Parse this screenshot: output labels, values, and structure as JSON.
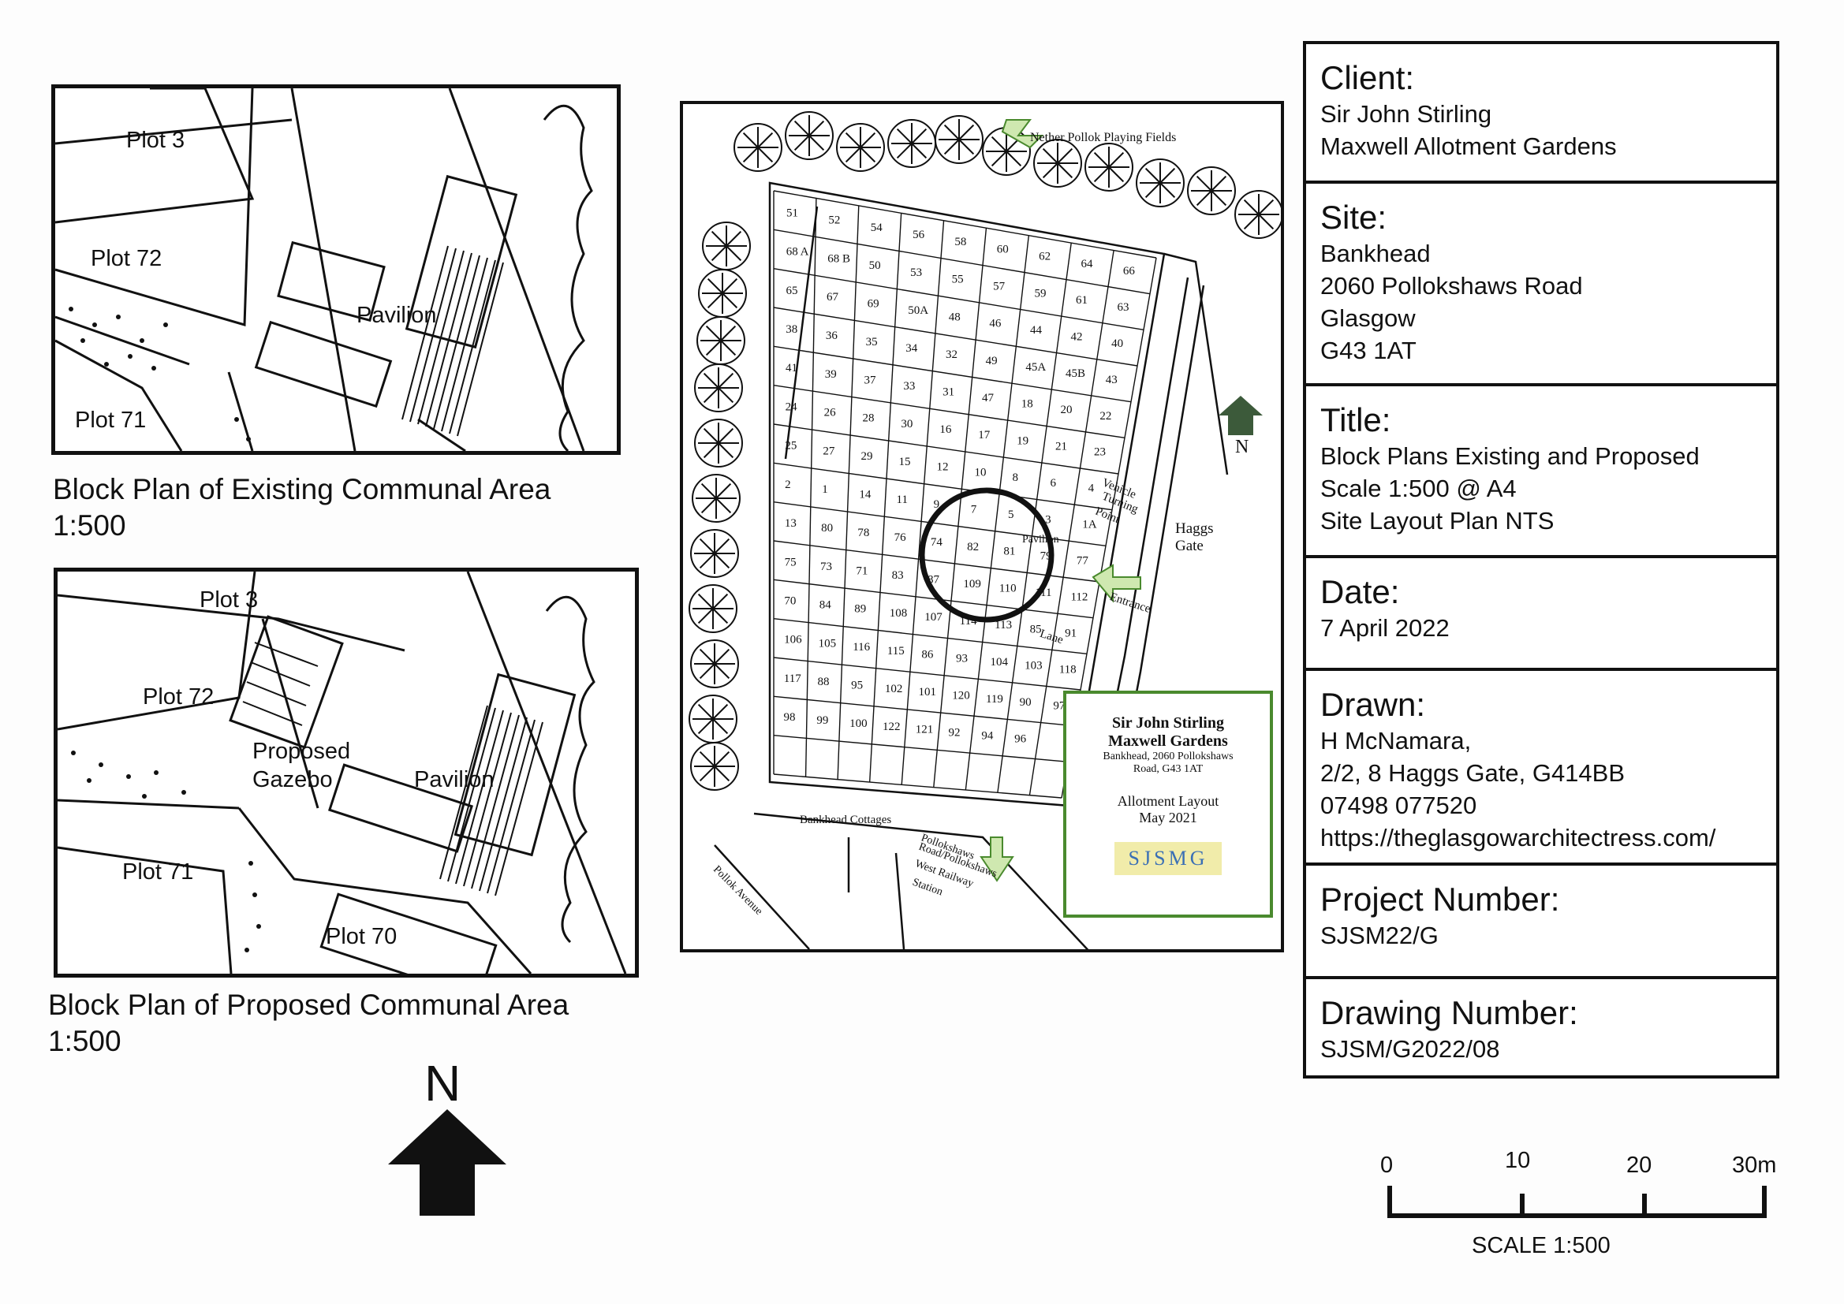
{
  "existing_plan": {
    "caption_line1": "Block Plan of Existing Communal Area",
    "caption_line2": "1:500",
    "labels": {
      "plot3": "Plot 3",
      "plot72": "Plot 72",
      "plot71": "Plot 71",
      "pavilion": "Pavilion"
    }
  },
  "proposed_plan": {
    "caption_line1": "Block Plan of Proposed Communal Area",
    "caption_line2": "1:500",
    "labels": {
      "plot3": "Plot 3",
      "plot72": "Plot 72",
      "plot71": "Plot 71",
      "plot70": "Plot 70",
      "proposed": "Proposed",
      "gazebo": "Gazebo",
      "pavilion": "Pavilion"
    }
  },
  "site_layout": {
    "labels": {
      "playing_fields": "Nether Pollok Playing Fields",
      "haggs": "Haggs",
      "gate": "Gate",
      "north": "N",
      "vehicle": "Vehicle",
      "turning": "Turning",
      "point": "Point",
      "entrance": "Entrance",
      "lane": "Lane",
      "bankhead_cottages": "Bankhead Cottages",
      "pollok_avenue": "Pollok Avenue",
      "station_line1": "Pollokshaws",
      "station_line2": "Road/Pollokshaws",
      "station_line3": "West Railway",
      "station_line4": "Station",
      "pavilion": "Pavilion"
    },
    "plots": [
      "51",
      "52",
      "54",
      "56",
      "58",
      "60",
      "62",
      "64",
      "66",
      "68 A",
      "68 B",
      "50",
      "53",
      "55",
      "57",
      "59",
      "61",
      "63",
      "65",
      "67",
      "69",
      "50A",
      "48",
      "46",
      "44",
      "42",
      "40",
      "38",
      "36",
      "35",
      "34",
      "32",
      "49",
      "45A",
      "45B",
      "43",
      "41",
      "39",
      "37",
      "33",
      "31",
      "47",
      "18",
      "20",
      "22",
      "24",
      "26",
      "28",
      "30",
      "16",
      "17",
      "19",
      "21",
      "23",
      "25",
      "27",
      "29",
      "15",
      "12",
      "10",
      "8",
      "6",
      "4",
      "2",
      "1",
      "14",
      "11",
      "9",
      "7",
      "5",
      "3",
      "1A",
      "13",
      "80",
      "78",
      "76",
      "74",
      "82",
      "81",
      "79",
      "77",
      "75",
      "73",
      "71",
      "83",
      "87",
      "109",
      "110",
      "111",
      "112",
      "70",
      "84",
      "89",
      "108",
      "107",
      "114",
      "113",
      "85",
      "91",
      "106",
      "105",
      "116",
      "115",
      "86",
      "93",
      "104",
      "103",
      "118",
      "117",
      "88",
      "95",
      "102",
      "101",
      "120",
      "119",
      "90",
      "97",
      "98",
      "99",
      "100",
      "122",
      "121",
      "92",
      "94",
      "96"
    ],
    "legend": {
      "line1": "Sir John Stirling",
      "line2": "Maxwell Gardens",
      "line3": "Bankhead, 2060 Pollokshaws",
      "line4": "Road, G43 1AT",
      "line5": "Allotment Layout",
      "line6": "May 2021",
      "logo": "SJSMG",
      "accent": "#4a8a2e"
    }
  },
  "north_arrow": {
    "label": "N"
  },
  "scale_bar": {
    "ticks": [
      "0",
      "10",
      "20",
      "30m"
    ],
    "label": "SCALE 1:500"
  },
  "title_block": {
    "client": {
      "heading": "Client:",
      "lines": [
        "Sir John Stirling",
        "Maxwell Allotment Gardens"
      ]
    },
    "site": {
      "heading": "Site:",
      "lines": [
        "Bankhead",
        "2060 Pollokshaws Road",
        "Glasgow",
        "G43 1AT"
      ]
    },
    "title": {
      "heading": "Title:",
      "lines": [
        "Block Plans Existing and Proposed",
        "Scale 1:500 @ A4",
        "Site Layout Plan  NTS"
      ]
    },
    "date": {
      "heading": "Date:",
      "lines": [
        "7 April 2022"
      ]
    },
    "drawn": {
      "heading": "Drawn:",
      "lines": [
        "H McNamara,",
        "2/2, 8 Haggs Gate, G414BB",
        "07498 077520",
        "https://theglasgowarchitectress.com/"
      ]
    },
    "project_number": {
      "heading": "Project Number:",
      "lines": [
        "SJSM22/G"
      ]
    },
    "drawing_number": {
      "heading": "Drawing Number:",
      "lines": [
        "SJSM/G2022/08"
      ]
    }
  }
}
